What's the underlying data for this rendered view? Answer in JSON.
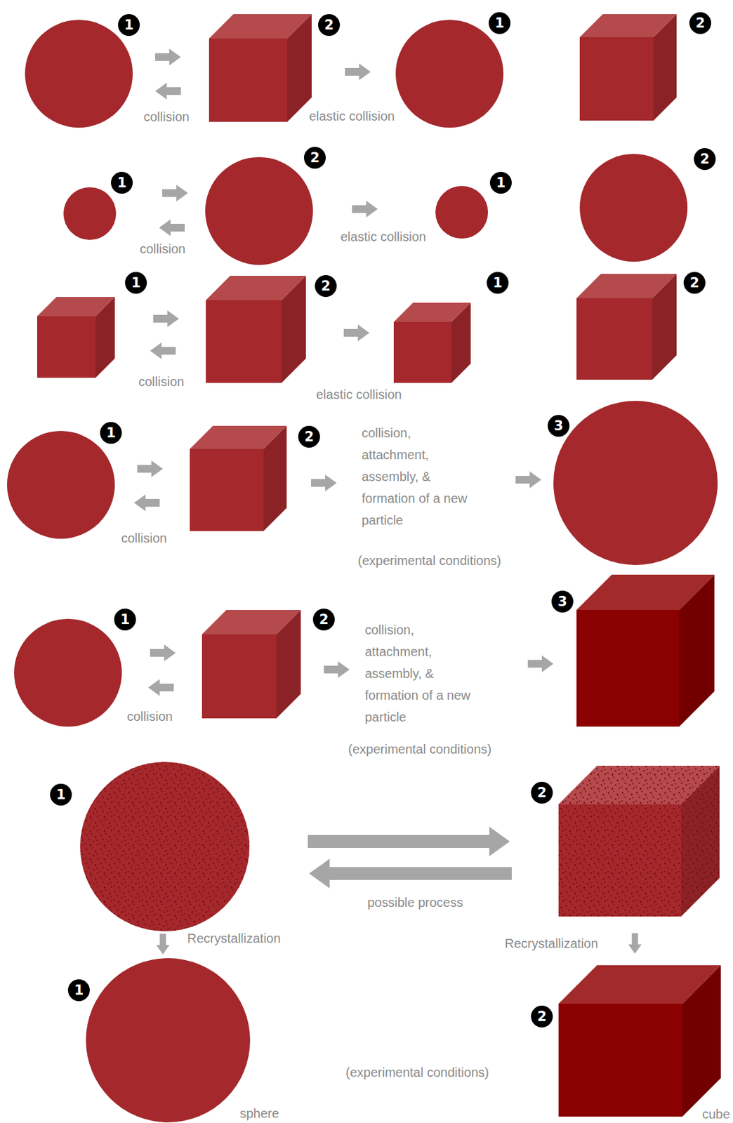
{
  "diagram": {
    "labels": [
      "1",
      "2",
      "1",
      "2",
      "collision",
      "elastic collision",
      "1",
      "2",
      "1",
      "2",
      "collision",
      "elastic collision",
      "1",
      "2",
      "1",
      "2",
      "collision",
      "elastic collision",
      "1",
      "2",
      "3",
      "collision",
      "collision, attachment, assembly, & formation of a new particle",
      "(experimental conditions)",
      "1",
      "2",
      "3",
      "collision",
      "collision, attachment, assembly, & formation of a new particle",
      "(experimental conditions)",
      "1",
      "2",
      "possible process",
      "Recrystallization",
      "Recrystallization",
      "1",
      "(experimental conditions)",
      "2",
      "sphere",
      "cube"
    ]
  }
}
